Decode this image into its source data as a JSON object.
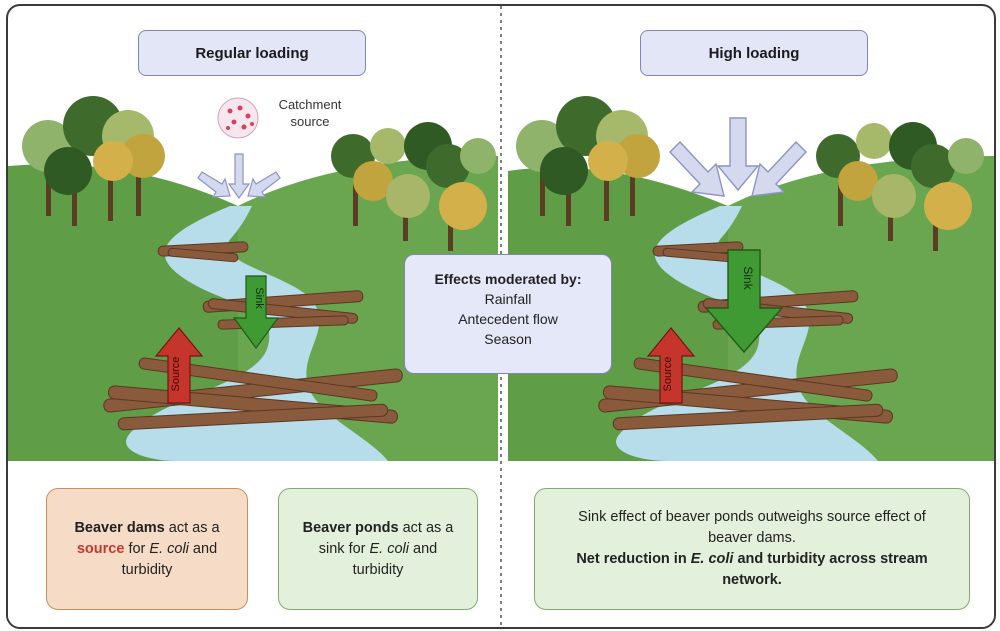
{
  "panels": {
    "left_title": "Regular loading",
    "right_title": "High loading"
  },
  "catchment": {
    "line1": "Catchment",
    "line2": "source"
  },
  "arrows": {
    "sink_label": "Sink",
    "source_label": "Source"
  },
  "effects": {
    "title": "Effects moderated by:",
    "items": [
      "Rainfall",
      "Antecedent flow",
      "Season"
    ]
  },
  "bottom": {
    "dams": {
      "bold": "Beaver dams",
      "mid": " act as a ",
      "source": "source",
      "for": " for ",
      "ecoli": "E. coli",
      "end": " and turbidity"
    },
    "ponds": {
      "bold": "Beaver ponds",
      "mid": " act as a sink for ",
      "ecoli": "E. coli",
      "end": " and turbidity"
    },
    "net": {
      "line1": "Sink effect of beaver ponds outweighs source effect of beaver dams.",
      "bold1": "Net reduction in ",
      "ecoli": "E. coli",
      "bold2": " and turbidity across stream network."
    }
  },
  "colors": {
    "grass": "#5f9e47",
    "grass_light": "#7bb55e",
    "water": "#b7dcea",
    "sink_arrow": "#3f9a34",
    "source_arrow": "#c6352c",
    "wood": "#8a5a3c"
  }
}
